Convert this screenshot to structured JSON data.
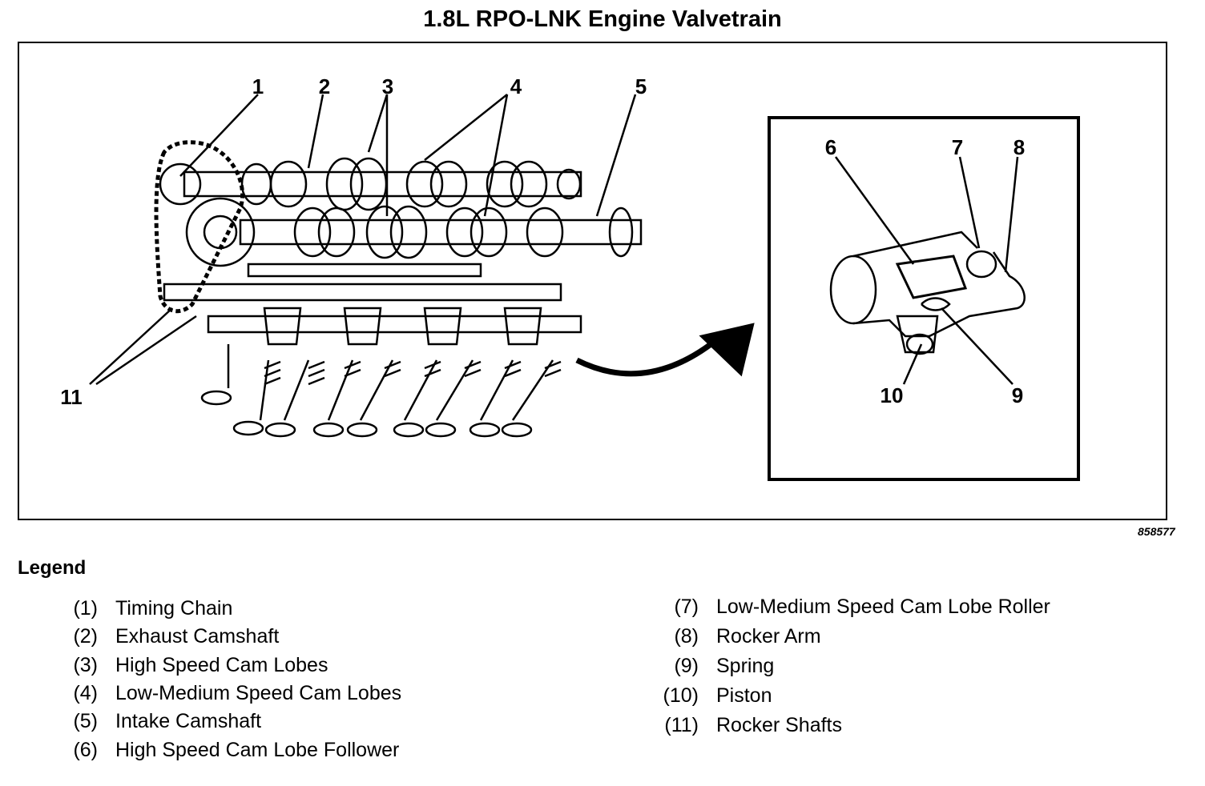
{
  "title": "1.8L RPO-LNK Engine Valvetrain",
  "figure_number": "858577",
  "callouts": [
    "1",
    "2",
    "3",
    "4",
    "5",
    "6",
    "7",
    "8",
    "9",
    "10",
    "11"
  ],
  "legend": {
    "heading": "Legend",
    "left_column": [
      {
        "num": "(1)",
        "label": "Timing Chain"
      },
      {
        "num": "(2)",
        "label": "Exhaust Camshaft"
      },
      {
        "num": "(3)",
        "label": "High Speed Cam Lobes"
      },
      {
        "num": "(4)",
        "label": "Low-Medium Speed Cam Lobes"
      },
      {
        "num": "(5)",
        "label": "Intake Camshaft"
      },
      {
        "num": "(6)",
        "label": "High Speed Cam Lobe Follower"
      }
    ],
    "right_column": [
      {
        "num": "(7)",
        "label": "Low-Medium Speed Cam Lobe Roller"
      },
      {
        "num": "(8)",
        "label": "Rocker Arm"
      },
      {
        "num": "(9)",
        "label": "Spring"
      },
      {
        "num": "(10)",
        "label": "Piston"
      },
      {
        "num": "(11)",
        "label": "Rocker Shafts"
      }
    ]
  }
}
